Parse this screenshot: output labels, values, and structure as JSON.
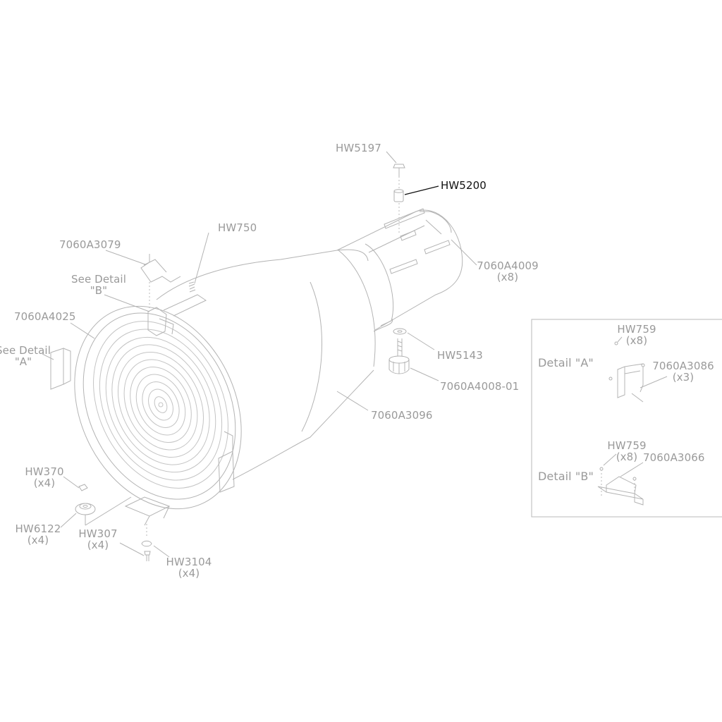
{
  "labels": {
    "hw5197": "HW5197",
    "hw5200": "HW5200",
    "hw750": "HW750",
    "p7060a3079": "7060A3079",
    "see_detail_b": [
      "See Detail",
      "\"B\""
    ],
    "p7060a4025": "7060A4025",
    "see_detail_a": [
      "See Detail",
      "\"A\""
    ],
    "p7060a4009": [
      "7060A4009",
      "(x8)"
    ],
    "hw5143": "HW5143",
    "p7060a4008_01": "7060A4008-01",
    "p7060a3096": "7060A3096",
    "hw370": [
      "HW370",
      "(x4)"
    ],
    "hw6122": [
      "HW6122",
      "(x4)"
    ],
    "hw307": [
      "HW307",
      "(x4)"
    ],
    "hw3104": [
      "HW3104",
      "(x4)"
    ]
  },
  "detail_box": {
    "detail_a_title": "Detail \"A\"",
    "detail_a_hw759": [
      "HW759",
      "(x8)"
    ],
    "detail_a_part": [
      "7060A3086",
      "(x3)"
    ],
    "detail_b_title": "Detail \"B\"",
    "detail_b_hw759": [
      "HW759",
      "(x8)"
    ],
    "detail_b_part": "7060A3066"
  },
  "highlighted_part": "HW5200",
  "colors": {
    "line_art": "#b4b4b4",
    "label_text": "#9a9a9a",
    "highlight_text": "#111111"
  }
}
